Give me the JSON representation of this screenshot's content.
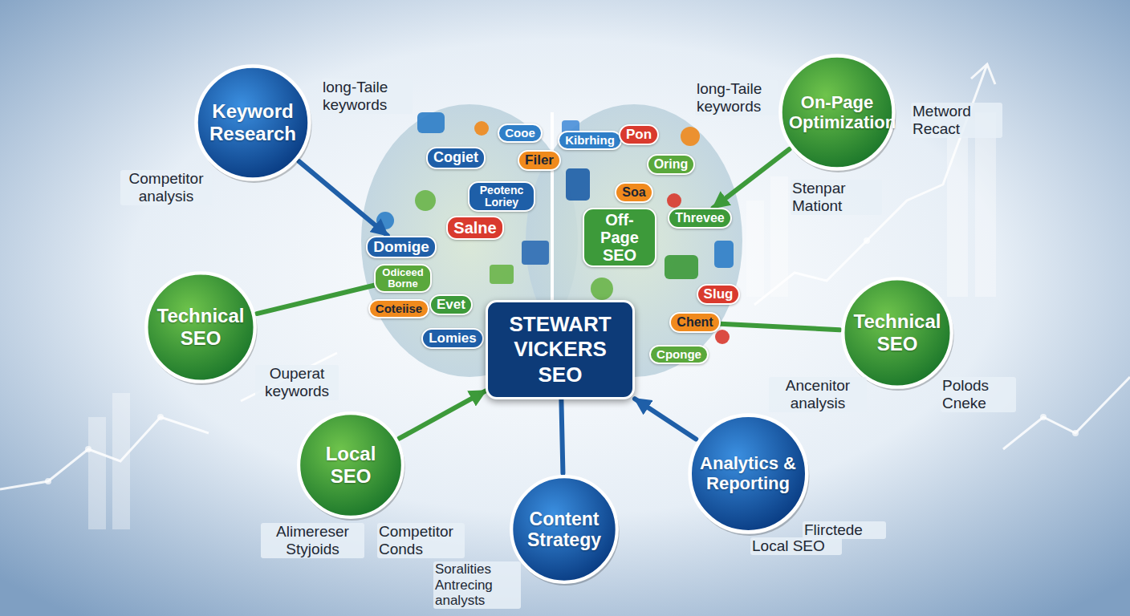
{
  "diagram": {
    "nodes": [
      {
        "text": [
          "Keyword Research"
        ]
      },
      {
        "text": [
          "On-Page Optimization"
        ]
      },
      {
        "text": [
          "Cooe"
        ]
      },
      {
        "text": [
          "Cogiet"
        ]
      },
      {
        "text": [
          "Filer"
        ]
      },
      {
        "text": [
          "Kibrhing"
        ]
      },
      {
        "text": [
          "Pon"
        ]
      },
      {
        "text": [
          "Oring"
        ]
      },
      {
        "text": [
          "Peotenc Loriey"
        ]
      },
      {
        "text": [
          "Soa"
        ]
      },
      {
        "text": [
          "Salne"
        ]
      },
      {
        "text": [
          "Threvee"
        ]
      },
      {
        "text": [
          "Domige"
        ]
      },
      {
        "text": [
          "Off-Page SEO"
        ]
      },
      {
        "text": [
          "Odiceed Borne"
        ]
      },
      {
        "text": [
          "Evet"
        ]
      },
      {
        "text": [
          "Slug"
        ]
      },
      {
        "text": [
          "Coteiise"
        ]
      },
      {
        "text": [
          "Chent"
        ]
      },
      {
        "text": [
          "Lomies"
        ]
      },
      {
        "text": [
          "Cponge"
        ]
      },
      {
        "text": [
          "STEWART VICKERS SEO"
        ]
      },
      {
        "text": [
          "Technical SEO"
        ]
      },
      {
        "text": [
          "Technical SEO"
        ]
      },
      {
        "text": [
          "Local SEO"
        ]
      },
      {
        "text": [
          "Content Strategy"
        ]
      },
      {
        "text": [
          "Analytics & Reporting"
        ]
      }
    ],
    "edges": [
      {
        "from": 0,
        "to": 12,
        "arrow": "to"
      },
      {
        "from": 1,
        "to": 11,
        "arrow": "to"
      },
      {
        "from": 22,
        "to": 14,
        "arrow": "none"
      },
      {
        "from": 23,
        "to": 18,
        "arrow": "none"
      },
      {
        "from": 24,
        "to": 21,
        "arrow": "to"
      },
      {
        "from": 25,
        "to": 21,
        "arrow": "none"
      },
      {
        "from": 26,
        "to": 21,
        "arrow": "to"
      }
    ],
    "labels": [
      "long-Taile keywords",
      "Competitor analysis",
      "long-Taile keywords",
      "Metword Recact",
      "Stenpar Mationt",
      "Ouperat keywords",
      "Ancenitor analysis",
      "Polods Cneke",
      "Alimereser Styjoids",
      "Competitor Conds",
      "Soralities Antrecing analysts",
      "Flirctede",
      "Local SEO"
    ]
  }
}
